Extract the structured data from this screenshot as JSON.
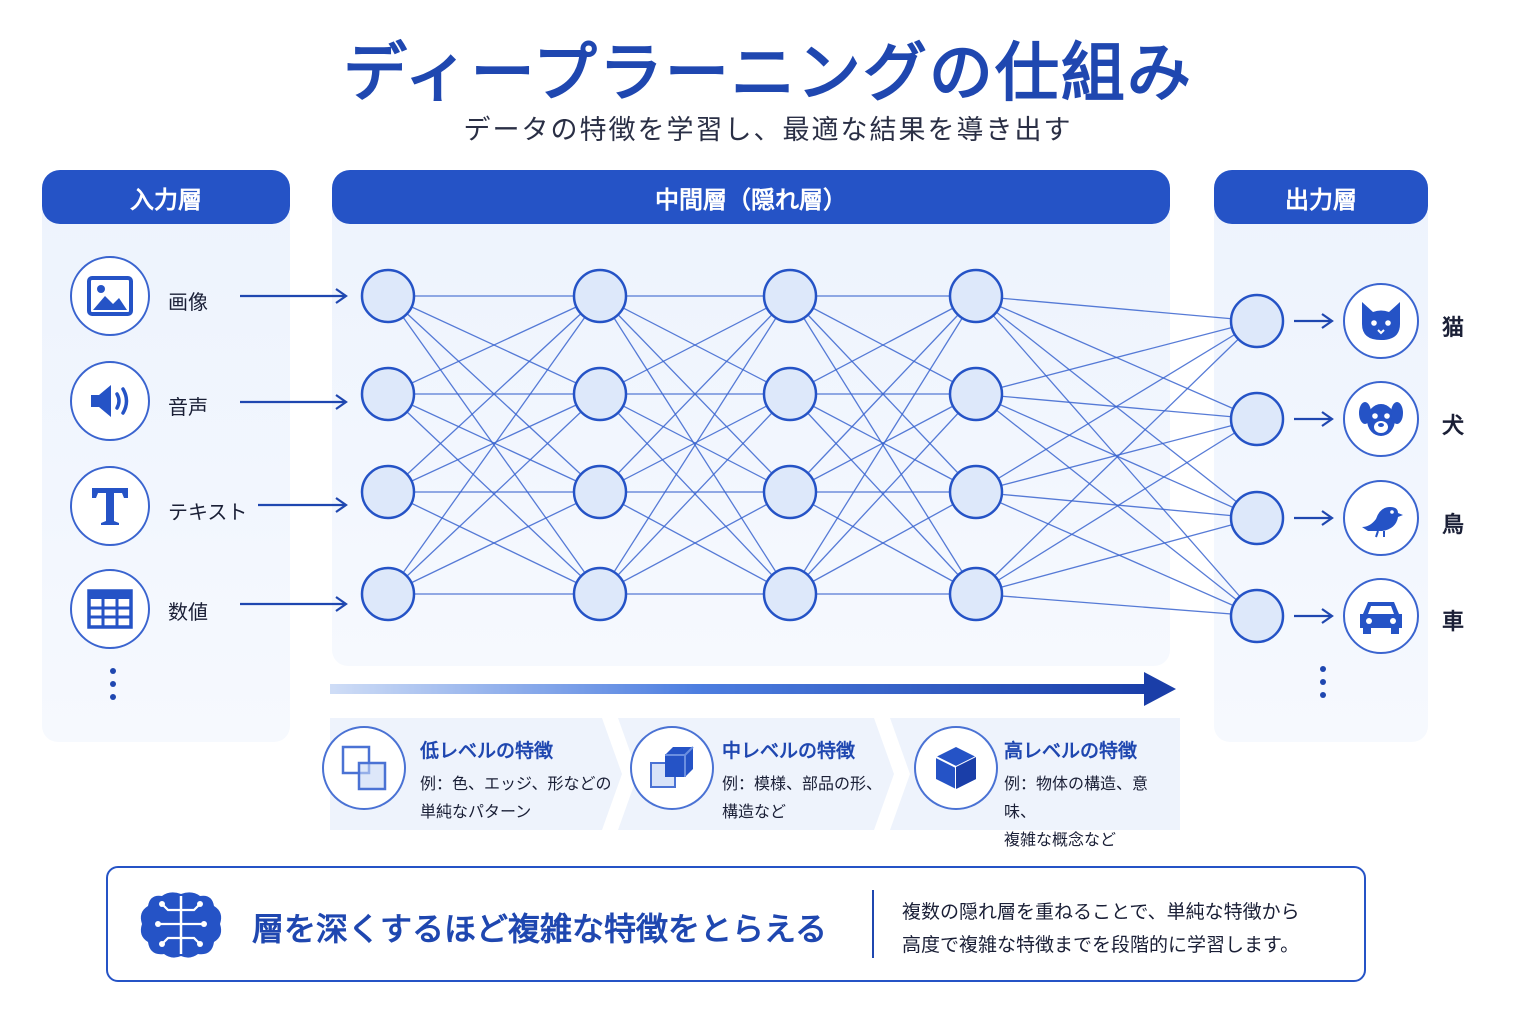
{
  "title": "ディープラーニングの仕組み",
  "subtitle": "データの特徴を学習し、最適な結果を導き出す",
  "input_layer": {
    "header": "入力層",
    "items": [
      {
        "label": "画像",
        "icon": "image-icon"
      },
      {
        "label": "音声",
        "icon": "speaker-icon"
      },
      {
        "label": "テキスト",
        "icon": "text-icon"
      },
      {
        "label": "数値",
        "icon": "table-icon"
      }
    ]
  },
  "hidden_layer": {
    "header": "中間層（隠れ層）",
    "columns": 4,
    "nodes_per_column": 4
  },
  "output_layer": {
    "header": "出力層",
    "items": [
      {
        "label": "猫",
        "icon": "cat-icon"
      },
      {
        "label": "犬",
        "icon": "dog-icon"
      },
      {
        "label": "鳥",
        "icon": "bird-icon"
      },
      {
        "label": "車",
        "icon": "car-icon"
      }
    ]
  },
  "features": [
    {
      "title": "低レベルの特徴",
      "desc": "例：色、エッジ、形などの\n単純なパターン",
      "icon": "overlapping-squares-icon"
    },
    {
      "title": "中レベルの特徴",
      "desc": "例：模様、部品の形、\n構造など",
      "icon": "layered-cube-icon"
    },
    {
      "title": "高レベルの特徴",
      "desc": "例：物体の構造、意味、\n複雑な概念など",
      "icon": "cube-icon"
    }
  ],
  "summary": {
    "headline": "層を深くするほど複雑な特徴をとらえる",
    "desc": "複数の隠れ層を重ねることで、単純な特徴から\n高度で複雑な特徴までを段階的に学習します。",
    "icon": "brain-circuit-icon"
  },
  "colors": {
    "primary": "#2553c6",
    "title": "#1f47b0",
    "node_fill": "#dde8fa",
    "node_stroke": "#2553c6",
    "edge": "#3a64cf",
    "panel": "#edf3fd"
  }
}
